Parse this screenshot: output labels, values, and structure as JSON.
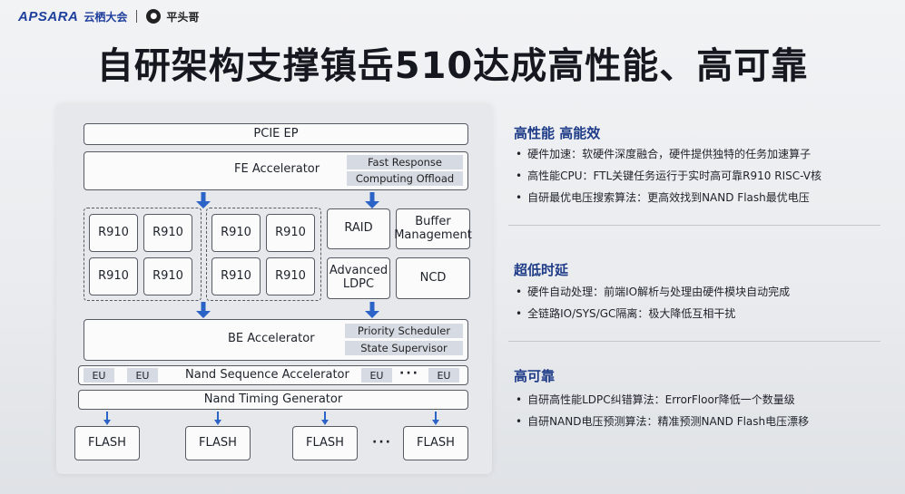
{
  "header": {
    "logo_apsara": "APSARA",
    "logo_yunqi": "云栖大会",
    "logo_pingtouge": "平头哥"
  },
  "title": "自研架构支撑镇岳510达成高性能、高可靠",
  "diagram": {
    "pcie": "PCIE EP",
    "fe_accel": "FE Accelerator",
    "fe_fast": "Fast Response",
    "fe_offload": "Computing Offload",
    "r910": "R910",
    "raid": "RAID",
    "buffer": "Buffer Management",
    "ldpc": "Advanced LDPC",
    "ncd": "NCD",
    "be_accel": "BE Accelerator",
    "be_priority": "Priority Scheduler",
    "be_state": "State Supervisor",
    "nsa": "Nand Sequence Accelerator",
    "eu": "EU",
    "dots": "···",
    "ntg": "Nand Timing Generator",
    "flash": "FLASH"
  },
  "sections": [
    {
      "title": "高性能 高能效",
      "items": [
        "硬件加速：软硬件深度融合，硬件提供独特的任务加速算子",
        "高性能CPU：FTL关键任务运行于实时高可靠R910 RISC-V核",
        "自研最优电压搜索算法：更高效找到NAND Flash最优电压"
      ]
    },
    {
      "title": "超低时延",
      "items": [
        "硬件自动处理：前端IO解析与处理由硬件模块自动完成",
        "全链路IO/SYS/GC隔离：极大降低互相干扰"
      ]
    },
    {
      "title": "高可靠",
      "items": [
        "自研高性能LDPC纠错算法：ErrorFloor降低一个数量级",
        "自研NAND电压预测算法：精准预测NAND Flash电压漂移"
      ]
    }
  ],
  "colors": {
    "accent": "#1f3c88",
    "arrow": "#2b63c6"
  }
}
